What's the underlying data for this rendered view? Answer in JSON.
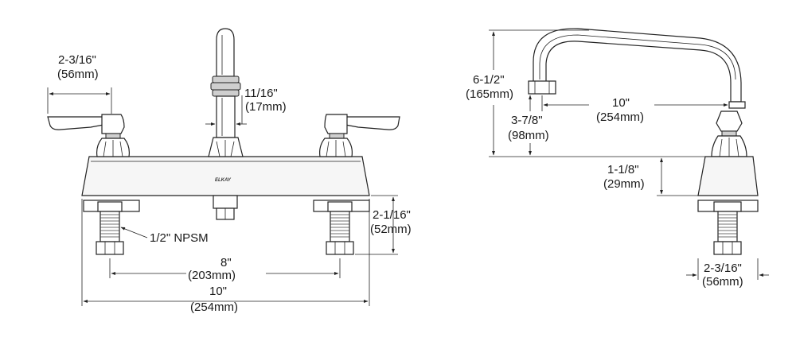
{
  "front_view": {
    "handle_width": {
      "inch": "2-3/16\"",
      "mm": "(56mm)"
    },
    "spout_diameter": {
      "inch": "11/16\"",
      "mm": "(17mm)"
    },
    "brand": "ELKAY",
    "shank_height": {
      "inch": "2-1/16\"",
      "mm": "(52mm)"
    },
    "thread_label": "1/2\" NPSM",
    "center_spacing": {
      "inch": "8\"",
      "mm": "(203mm)"
    },
    "overall_width": {
      "inch": "10\"",
      "mm": "(254mm)"
    }
  },
  "side_view": {
    "overall_height": {
      "inch": "6-1/2\"",
      "mm": "(165mm)"
    },
    "spout_outlet_height": {
      "inch": "3-7/8\"",
      "mm": "(98mm)"
    },
    "spout_reach": {
      "inch": "10\"",
      "mm": "(254mm)"
    },
    "body_height": {
      "inch": "1-1/8\"",
      "mm": "(29mm)"
    },
    "shank_width": {
      "inch": "2-3/16\"",
      "mm": "(56mm)"
    }
  }
}
